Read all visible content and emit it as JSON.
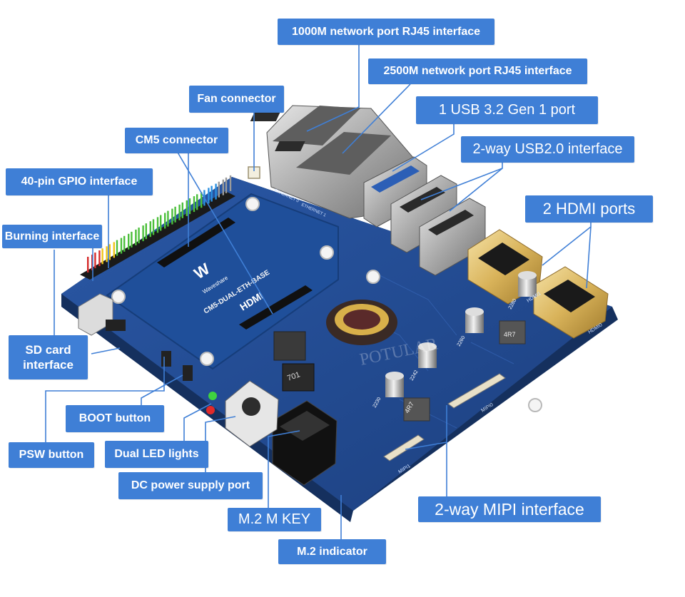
{
  "labels": {
    "rj45_1000m": "1000M network port RJ45 interface",
    "rj45_2500m": "2500M network port RJ45 interface",
    "fan_connector": "Fan connector",
    "usb32": "1 USB 3.2 Gen 1 port",
    "cm5_connector": "CM5 connector",
    "usb20": "2-way USB2.0 interface",
    "gpio": "40-pin GPIO interface",
    "hdmi": "2 HDMI ports",
    "burning": "Burning interface",
    "sd_card_line1": "SD card",
    "sd_card_line2": "interface",
    "boot_button": "BOOT button",
    "psw_button": "PSW button",
    "dual_led": "Dual LED lights",
    "dc_power": "DC power supply port",
    "m2_mkey": "M.2 M KEY",
    "mipi": "2-way MIPI interface",
    "m2_indicator": "M.2 indicator"
  },
  "board_print": {
    "board_name": "CM5-DUAL-ETH-BASE",
    "brand_short": "W",
    "brand": "Waveshare",
    "hdmi_logo": "HDMI",
    "eth0": "ETHERNET 0",
    "eth1": "ETHERNET 1",
    "hdmi0": "HDMI0",
    "hdmi1": "HDMI1",
    "mipi0": "MIPI0",
    "mipi1": "MIPI1",
    "inductor_701": "701",
    "inductor_4r7_a": "4R7",
    "inductor_4r7_b": "4R7",
    "standoff_2230": "2230",
    "standoff_2242": "2242",
    "standoff_2260": "2260",
    "standoff_2280": "2280",
    "watermark": "POTULAR"
  },
  "colors": {
    "callout_bg": "#3f7fd6",
    "callout_text": "#ffffff",
    "leader_line": "#3f7fd6",
    "board_blue": "#234a8c",
    "board_edge": "#16305e",
    "daughter_board": "#1f4f9a"
  },
  "icons": {
    "gpio": "pin-header-icon",
    "rtc": "coin-cell-battery-icon",
    "eth": "rj45-jack-icon",
    "usb": "usb-port-icon",
    "hdmi": "hdmi-port-icon"
  }
}
